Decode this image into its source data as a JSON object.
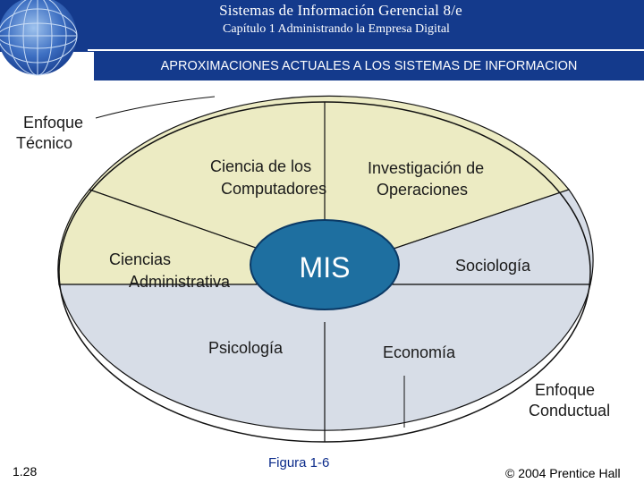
{
  "header": {
    "title": "Sistemas de Información Gerencial 8/e",
    "subtitle": "Capítulo 1 Administrando la Empresa Digital",
    "banner": "APROXIMACIONES ACTUALES A LOS SISTEMAS DE INFORMACION"
  },
  "diagram": {
    "technical_label_line1": "Enfoque",
    "technical_label_line2": "Técnico",
    "behavioral_label_line1": "Enfoque",
    "behavioral_label_line2": "Conductual",
    "center_label": "MIS",
    "segments": {
      "computer_science_line1": "Ciencia de los",
      "computer_science_line2": "Computadores",
      "operations_research_line1": "Investigación de",
      "operations_research_line2": "Operaciones",
      "management_science_line1": "Ciencias",
      "management_science_line2": "Administrativa",
      "sociology": "Sociología",
      "psychology": "Psicología",
      "economics": "Economía"
    },
    "colors": {
      "technical_fill": "#ecebc3",
      "behavioral_fill": "#d7dde7",
      "center_fill": "#1e6fa0",
      "header_blue": "#143a8c"
    }
  },
  "footer": {
    "slide_number": "1.28",
    "figure": "Figura 1-6",
    "copyright": "© 2004  Prentice Hall"
  }
}
